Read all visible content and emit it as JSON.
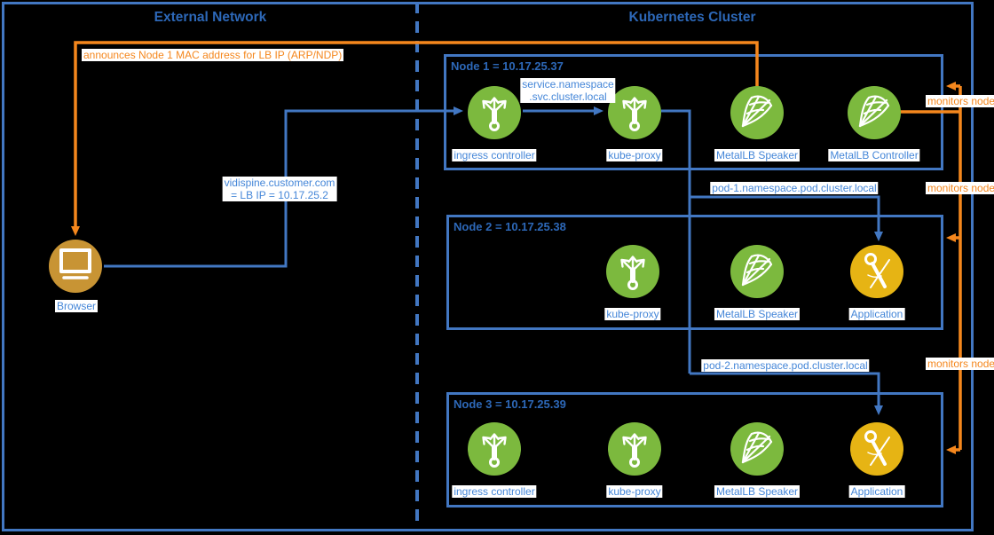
{
  "diagram": {
    "sections": {
      "external": {
        "title": "External Network"
      },
      "cluster": {
        "title": "Kubernetes Cluster"
      }
    },
    "browser": {
      "label": "Browser"
    },
    "nodes": [
      {
        "title": "Node 1 = 10.17.25.37",
        "components": [
          {
            "label": "ingress controller",
            "icon": "ingress-controller"
          },
          {
            "label": "kube-proxy",
            "icon": "kube-proxy"
          },
          {
            "label": "MetalLB Speaker",
            "icon": "metallb-speaker"
          },
          {
            "label": "MetalLB Controller",
            "icon": "metallb-controller"
          }
        ]
      },
      {
        "title": "Node 2 = 10.17.25.38",
        "components": [
          {
            "label": "kube-proxy",
            "icon": "kube-proxy"
          },
          {
            "label": "MetalLB Speaker",
            "icon": "metallb-speaker"
          },
          {
            "label": "Application",
            "icon": "application"
          }
        ]
      },
      {
        "title": "Node 3 = 10.17.25.39",
        "components": [
          {
            "label": "ingress controller",
            "icon": "ingress-controller"
          },
          {
            "label": "kube-proxy",
            "icon": "kube-proxy"
          },
          {
            "label": "MetalLB Speaker",
            "icon": "metallb-speaker"
          },
          {
            "label": "Application",
            "icon": "application"
          }
        ]
      }
    ],
    "edge_labels": {
      "announce": "announces Node 1 MAC address for LB IP (ARP/NDP)",
      "dns_line1": "vidispine.customer.com",
      "dns_line2": "= LB IP = 10.17.25.2",
      "service_dns_line1": "service.namespace",
      "service_dns_line2": ".svc.cluster.local",
      "pod1_dns": "pod-1.namespace.pod.cluster.local",
      "pod2_dns": "pod-2.namespace.pod.cluster.local",
      "monitors": "monitors node"
    },
    "colors": {
      "blue_line": "#4277c2",
      "blue_text": "#4486d8",
      "title_blue": "#2d68b8",
      "orange": "#f5871d",
      "green": "#7cb93e",
      "app_yellow": "#e6b414",
      "browser_gold": "#c89434",
      "background": "#000000",
      "label_bg": "#ffffff"
    }
  }
}
